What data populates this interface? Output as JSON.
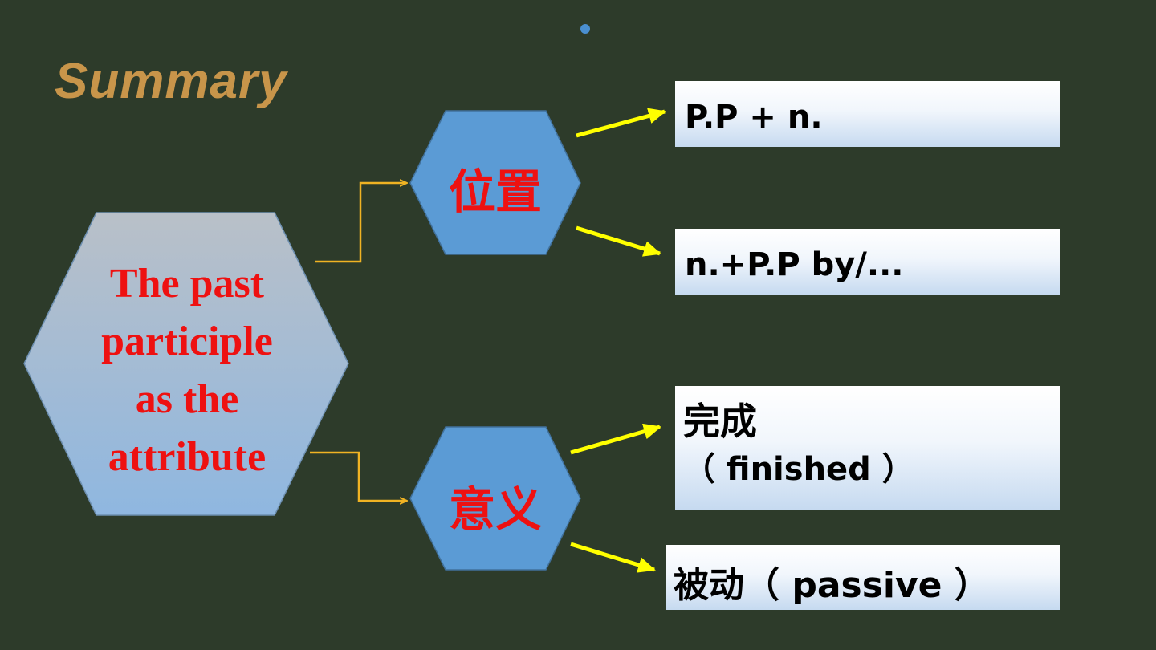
{
  "title": "Summary",
  "center": {
    "lines": [
      "The past",
      "participle",
      "as the",
      "attribute"
    ]
  },
  "branches": [
    {
      "label": "位置"
    },
    {
      "label": "意义"
    }
  ],
  "boxes": [
    {
      "lines": [
        "P.P + n."
      ]
    },
    {
      "lines": [
        "n.+P.P by/..."
      ]
    },
    {
      "lines": [
        "完成",
        "（  finished  ）"
      ]
    },
    {
      "lines": [
        "被动（  passive  ）"
      ]
    }
  ],
  "colors": {
    "background": "#2d3b2a",
    "title": "#c8954a",
    "label_red": "#ee1111",
    "hexagon_blue": "#5b9bd5",
    "connector_orange": "#f0b323",
    "arrow_yellow": "#ffff00"
  }
}
